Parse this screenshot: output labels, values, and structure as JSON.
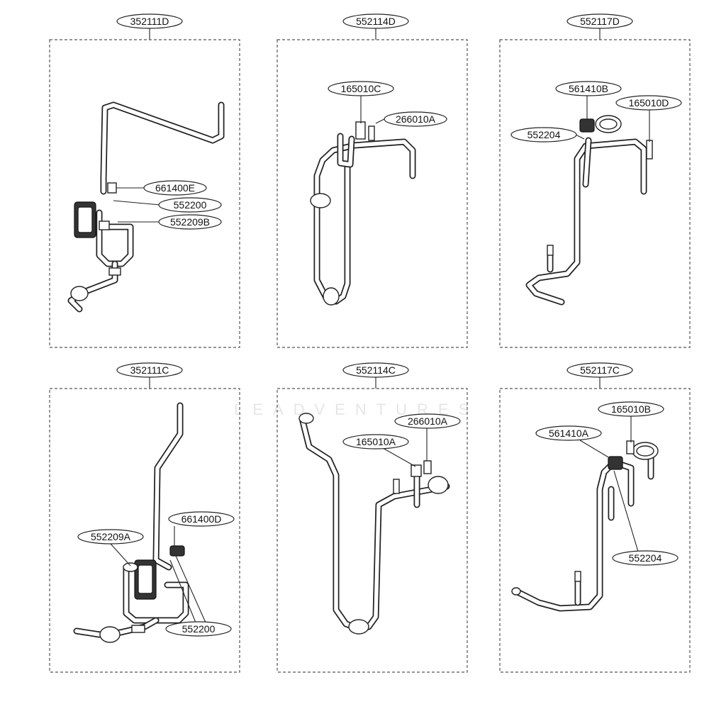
{
  "panels": [
    {
      "id": "352111D",
      "labels": [
        "661400E",
        "552200",
        "552209B"
      ]
    },
    {
      "id": "552114D",
      "labels": [
        "165010C",
        "266010A"
      ]
    },
    {
      "id": "552117D",
      "labels": [
        "561410B",
        "165010D",
        "552204"
      ]
    },
    {
      "id": "352111C",
      "labels": [
        "552209A",
        "661400D",
        "552200"
      ]
    },
    {
      "id": "552114C",
      "labels": [
        "266010A",
        "165010A"
      ]
    },
    {
      "id": "552117C",
      "labels": [
        "165010B",
        "561410A",
        "552204"
      ]
    }
  ]
}
